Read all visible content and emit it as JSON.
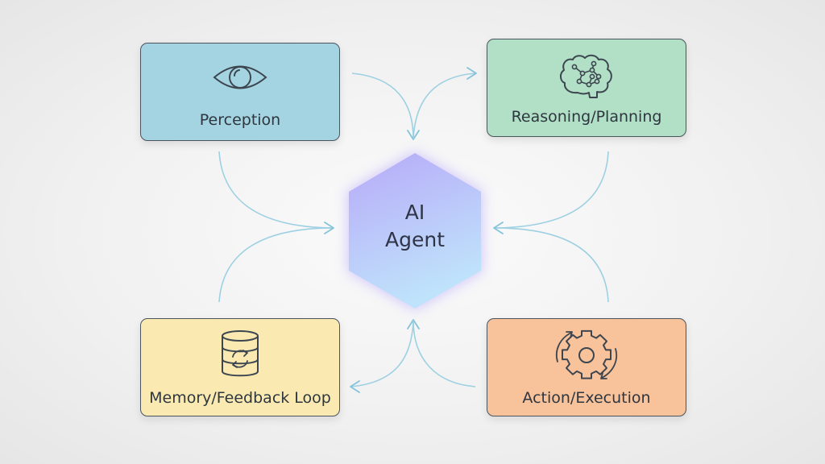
{
  "center": {
    "line1": "AI",
    "line2": "Agent"
  },
  "nodes": {
    "perception": {
      "label": "Perception",
      "icon": "eye-icon"
    },
    "reasoning": {
      "label": "Reasoning/Planning",
      "icon": "brain-icon"
    },
    "memory": {
      "label": "Memory/Feedback Loop",
      "icon": "database-refresh-icon"
    },
    "action": {
      "label": "Action/Execution",
      "icon": "gear-cycle-icon"
    }
  },
  "colors": {
    "perception": "#a4d4e2",
    "reasoning": "#b2e0c6",
    "memory": "#faeab1",
    "action": "#f8c29a",
    "hexagon_top": "#b7a9f8",
    "hexagon_bottom": "#bfe3fb",
    "connector": "#9dd0e2"
  }
}
